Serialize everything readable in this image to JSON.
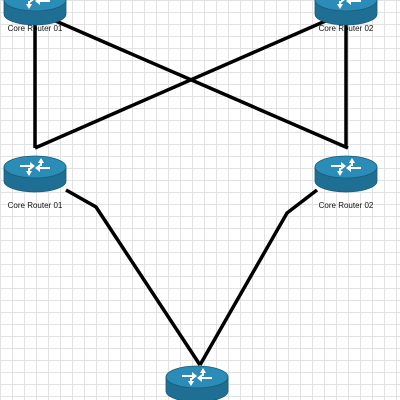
{
  "diagram": {
    "nodes": [
      {
        "id": "top-left",
        "label": "Core Router 01",
        "device": "router-icon"
      },
      {
        "id": "top-right",
        "label": "Core Router 02",
        "device": "router-icon"
      },
      {
        "id": "middle-left",
        "label": "Core Router 01",
        "device": "router-icon"
      },
      {
        "id": "middle-right",
        "label": "Core Router 02",
        "device": "router-icon"
      },
      {
        "id": "bottom",
        "label": "",
        "device": "router-icon"
      }
    ],
    "links": [
      {
        "from": "top-left",
        "to": "middle-left"
      },
      {
        "from": "top-left",
        "to": "middle-right"
      },
      {
        "from": "top-right",
        "to": "middle-left"
      },
      {
        "from": "top-right",
        "to": "middle-right"
      },
      {
        "from": "middle-left",
        "to": "bottom"
      },
      {
        "from": "middle-right",
        "to": "bottom"
      }
    ]
  },
  "colors": {
    "router_body": "#1f6f94",
    "router_top": "#2a8cb7",
    "router_rim": "#185a78",
    "router_arrow": "#ffffff",
    "link": "#000000",
    "label": "#111111"
  }
}
